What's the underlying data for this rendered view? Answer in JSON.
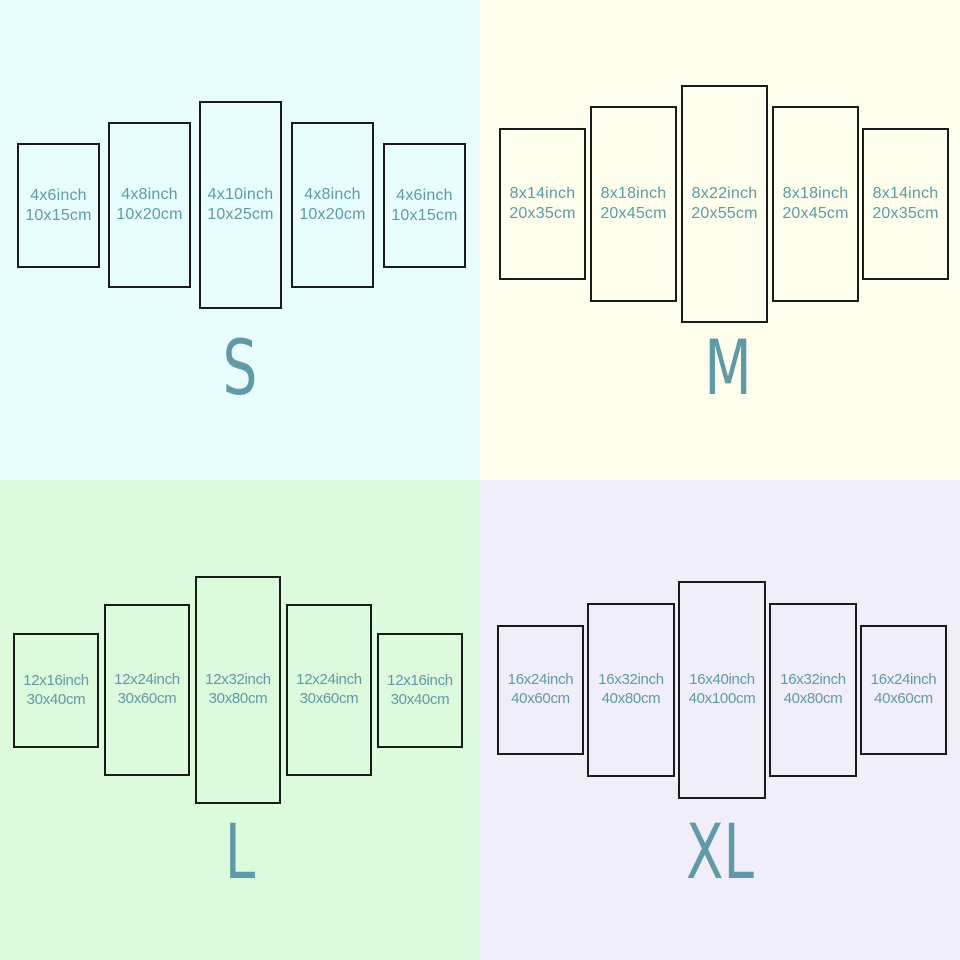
{
  "colors": {
    "text": "#5e9ba6",
    "border": "#1a1a1a"
  },
  "quadrants": [
    {
      "size": "S",
      "background": "#e8fdfe",
      "panels": [
        {
          "inch": "4x6inch",
          "cm": "10x15cm"
        },
        {
          "inch": "4x8inch",
          "cm": "10x20cm"
        },
        {
          "inch": "4x10inch",
          "cm": "10x25cm"
        },
        {
          "inch": "4x8inch",
          "cm": "10x20cm"
        },
        {
          "inch": "4x6inch",
          "cm": "10x15cm"
        }
      ]
    },
    {
      "size": "M",
      "background": "#fdffec",
      "panels": [
        {
          "inch": "8x14inch",
          "cm": "20x35cm"
        },
        {
          "inch": "8x18inch",
          "cm": "20x45cm"
        },
        {
          "inch": "8x22inch",
          "cm": "20x55cm"
        },
        {
          "inch": "8x18inch",
          "cm": "20x45cm"
        },
        {
          "inch": "8x14inch",
          "cm": "20x35cm"
        }
      ]
    },
    {
      "size": "L",
      "background": "#dcfadc",
      "panels": [
        {
          "inch": "12x16inch",
          "cm": "30x40cm"
        },
        {
          "inch": "12x24inch",
          "cm": "30x60cm"
        },
        {
          "inch": "12x32inch",
          "cm": "30x80cm"
        },
        {
          "inch": "12x24inch",
          "cm": "30x60cm"
        },
        {
          "inch": "12x16inch",
          "cm": "30x40cm"
        }
      ]
    },
    {
      "size": "XL",
      "background": "#f0eef9",
      "panels": [
        {
          "inch": "16x24inch",
          "cm": "40x60cm"
        },
        {
          "inch": "16x32inch",
          "cm": "40x80cm"
        },
        {
          "inch": "16x40inch",
          "cm": "40x100cm"
        },
        {
          "inch": "16x32inch",
          "cm": "40x80cm"
        },
        {
          "inch": "16x24inch",
          "cm": "40x60cm"
        }
      ]
    }
  ]
}
